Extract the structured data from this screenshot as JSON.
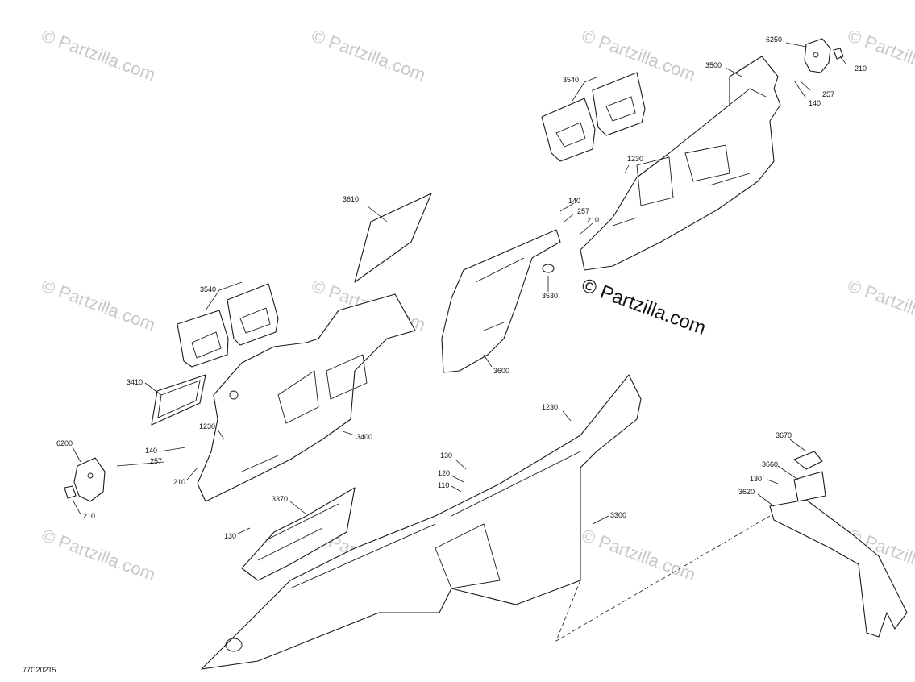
{
  "watermark_text": "© Partzilla.com",
  "center_watermark_text": "© Partzilla.com",
  "figure_code": "77C20215",
  "callouts": {
    "c6250": "6250",
    "c210_top": "210",
    "c3500": "3500",
    "c3540_top": "3540",
    "c257_top": "257",
    "c140_top": "140",
    "c1230_right": "1230",
    "c140_mid": "140",
    "c257_mid": "257",
    "c210_mid": "210",
    "c3610": "3610",
    "c3530": "3530",
    "c3540_left": "3540",
    "c3600": "3600",
    "c3410": "3410",
    "c1230_left": "1230",
    "c3400": "3400",
    "c1230_floor": "1230",
    "c6200": "6200",
    "c140_left": "140",
    "c257_left": "257",
    "c210_left": "210",
    "c210_bottomleft": "210",
    "c130_mid": "130",
    "c120": "120",
    "c110": "110",
    "c3370": "3370",
    "c130_left": "130",
    "c3300": "3300",
    "c3670": "3670",
    "c3660": "3660",
    "c130_right": "130",
    "c3620": "3620"
  }
}
